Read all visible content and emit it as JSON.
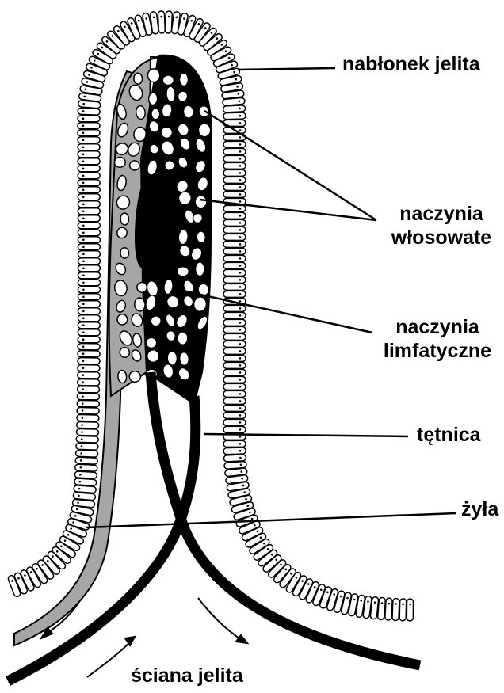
{
  "labels": {
    "epithelium": "nabłonek jelita",
    "capillaries_line1": "naczynia",
    "capillaries_line2": "włosowate",
    "lymphatic_line1": "naczynia",
    "lymphatic_line2": "limfatyczne",
    "artery": "tętnica",
    "vein": "żyła",
    "wall": "ściana jelita"
  },
  "colors": {
    "black": "#000000",
    "gray": "#a6a6a6",
    "white": "#ffffff"
  }
}
